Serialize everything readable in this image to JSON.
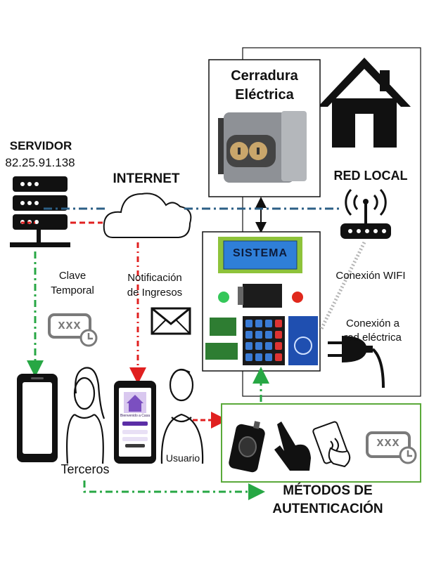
{
  "labels": {
    "servidor_title": "SERVIDOR",
    "servidor_ip": "82.25.91.138",
    "internet": "INTERNET",
    "cerradura_line1": "Cerradura",
    "cerradura_line2": "Eléctrica",
    "red_local": "RED LOCAL",
    "sistema": "SISTEMA",
    "conexion_wifi": "Conexión WIFI",
    "conexion_red_line1": "Conexión a",
    "conexion_red_line2": "red eléctrica",
    "clave_line1": "Clave",
    "clave_line2": "Temporal",
    "notificacion_line1": "Notificación",
    "notificacion_line2": "de Ingresos",
    "terceros": "Terceros",
    "usuario": "Usuario",
    "metodos_line1": "MÉTODOS DE",
    "metodos_line2": "AUTENTICACIÓN",
    "keypad_text": "xxx",
    "phone_screen_title": "Bienvenido a Casa"
  },
  "colors": {
    "green_flow": "#27a744",
    "red_flow": "#e02020",
    "blue_flow": "#2c5f86",
    "auth_box_border": "#5aa93a",
    "lcd_green": "#8ec33a",
    "lcd_blue": "#2f7fd8",
    "led_green": "#34c759",
    "led_red": "#e0281c"
  }
}
